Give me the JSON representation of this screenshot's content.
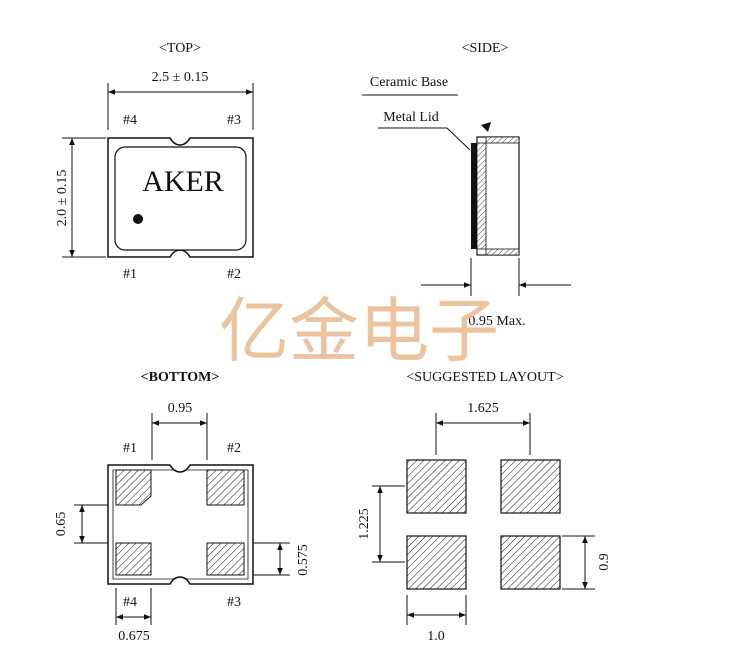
{
  "views": {
    "top": "<TOP>",
    "side": "<SIDE>",
    "bottom": "<BOTTOM>",
    "layout": "<SUGGESTED LAYOUT>"
  },
  "top_view": {
    "width_dim": "2.5 ± 0.15",
    "height_dim": "2.0 ± 0.15",
    "brand": "AKER",
    "pins": {
      "p1": "#1",
      "p2": "#2",
      "p3": "#3",
      "p4": "#4"
    }
  },
  "side_view": {
    "ceramic_label": "Ceramic Base",
    "lid_label": "Metal Lid",
    "height_dim": "0.95 Max."
  },
  "bottom_view": {
    "pad_gap": "0.95",
    "pad_height": "0.65",
    "pad_pitch": "0.575",
    "pad_width": "0.675",
    "pins": {
      "p1": "#1",
      "p2": "#2",
      "p3": "#3",
      "p4": "#4"
    }
  },
  "layout_view": {
    "h_pitch": "1.625",
    "v_pitch": "1.225",
    "pad_h": "0.9",
    "pad_w": "1.0"
  },
  "watermark": "亿金电子"
}
